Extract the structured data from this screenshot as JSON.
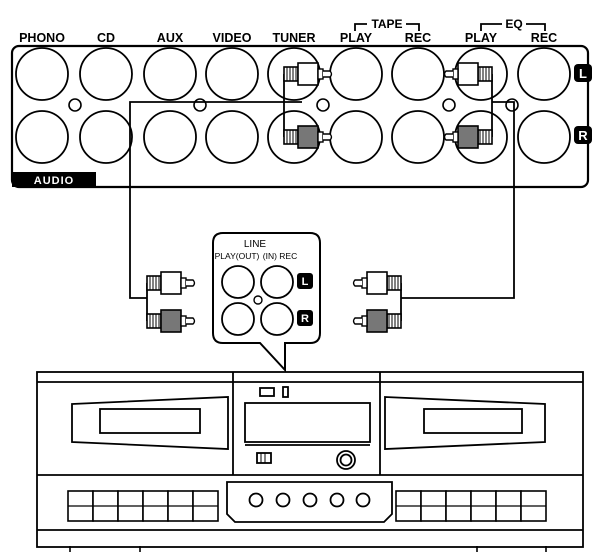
{
  "panel": {
    "labels": {
      "phono": "PHONO",
      "cd": "CD",
      "aux": "AUX",
      "video": "VIDEO",
      "tuner": "TUNER",
      "tape": "TAPE",
      "tape_play": "PLAY",
      "tape_rec": "REC",
      "eq": "EQ",
      "eq_play": "PLAY",
      "eq_rec": "REC"
    },
    "badge": "AUDIO",
    "channel_left": "L",
    "channel_right": "R"
  },
  "deck": {
    "line_title": "LINE",
    "line_play": "PLAY(OUT)",
    "line_rec": "(IN) REC",
    "channel_left": "L",
    "channel_right": "R"
  },
  "colors": {
    "stroke": "#000000",
    "plug_dark": "#777777",
    "plug_light": "#ffffff"
  }
}
